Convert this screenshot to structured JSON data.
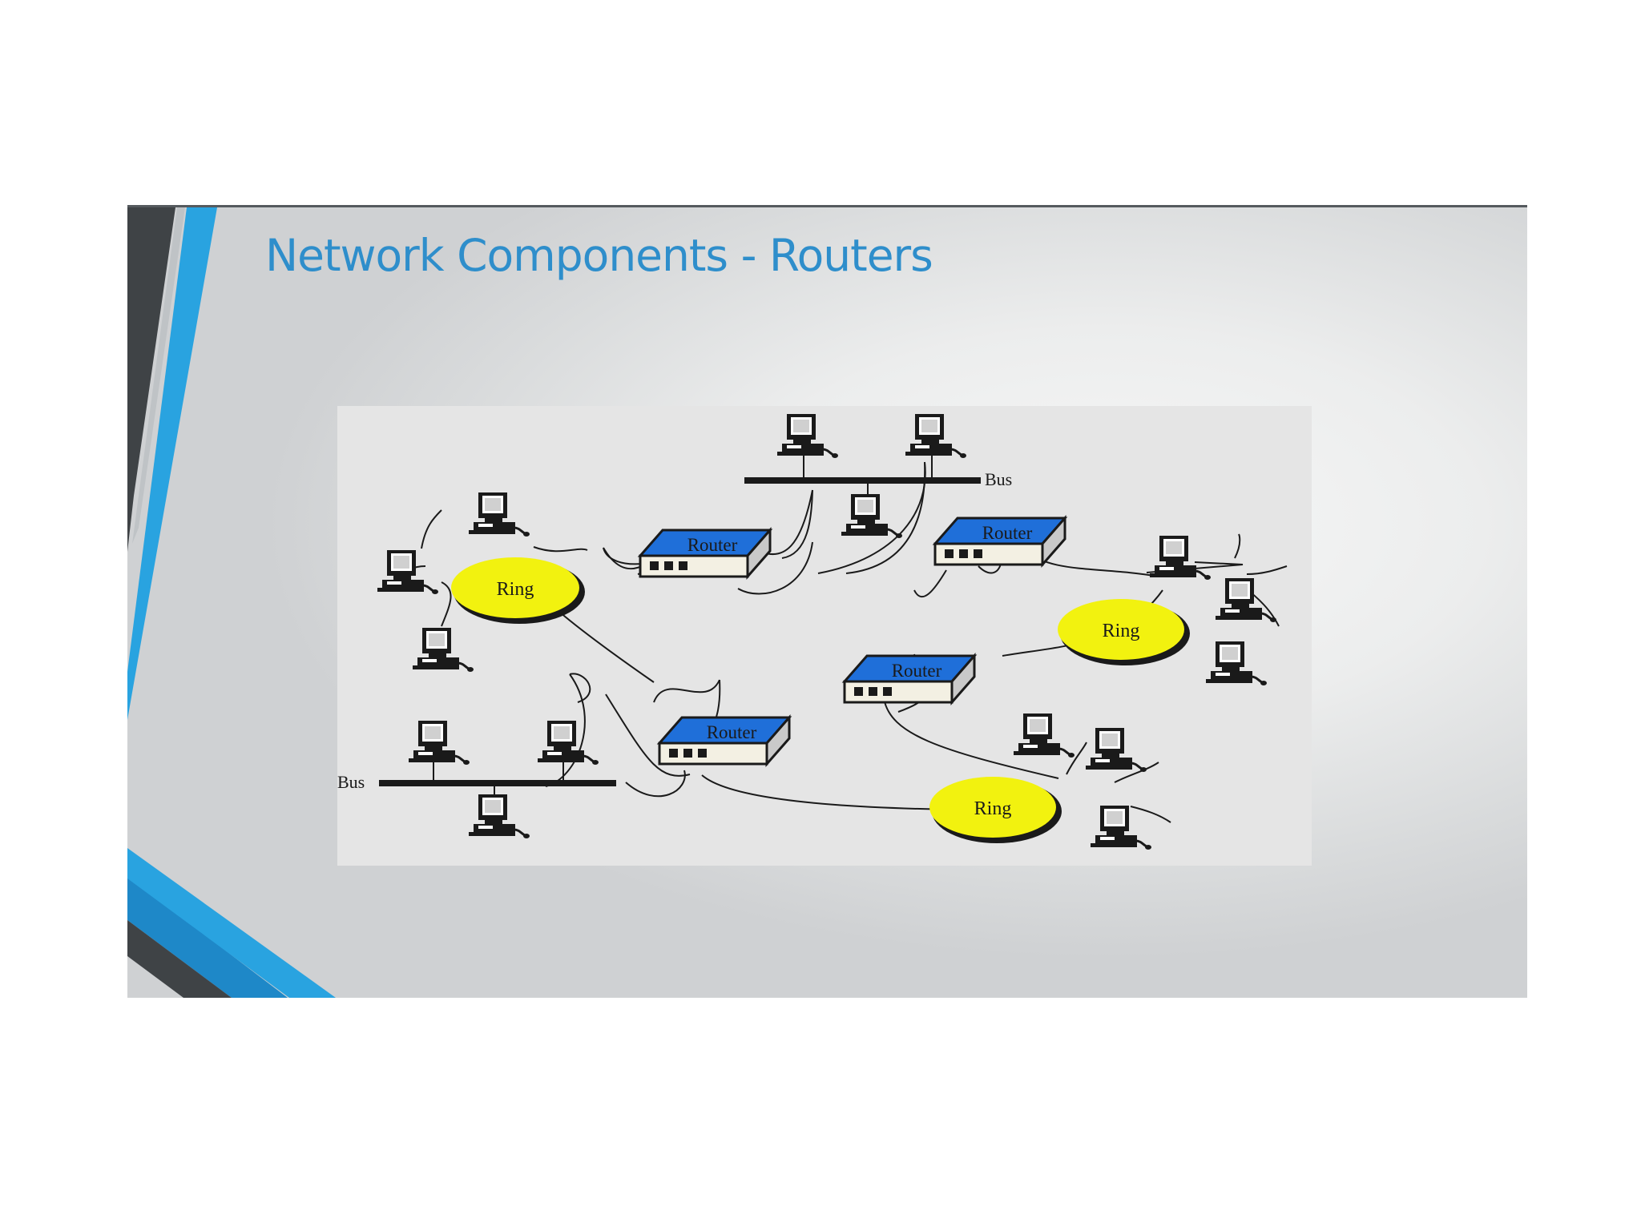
{
  "slide": {
    "title": "Network Components - Routers"
  },
  "diagram": {
    "routers": [
      {
        "id": "r1",
        "label": "Router"
      },
      {
        "id": "r2",
        "label": "Router"
      },
      {
        "id": "r3",
        "label": "Router"
      },
      {
        "id": "r4",
        "label": "Router"
      }
    ],
    "rings": [
      {
        "id": "ring1",
        "label": "Ring"
      },
      {
        "id": "ring2",
        "label": "Ring"
      },
      {
        "id": "ring3",
        "label": "Ring"
      }
    ],
    "buses": [
      {
        "id": "bus1",
        "label": "Bus"
      },
      {
        "id": "bus2",
        "label": "Bus"
      }
    ],
    "colors": {
      "router_top": "#1f6fd9",
      "ring_fill": "#f2f20f",
      "title": "#2e8ecb",
      "accent_blue": "#29a3e0",
      "accent_dark": "#3f4346"
    }
  }
}
